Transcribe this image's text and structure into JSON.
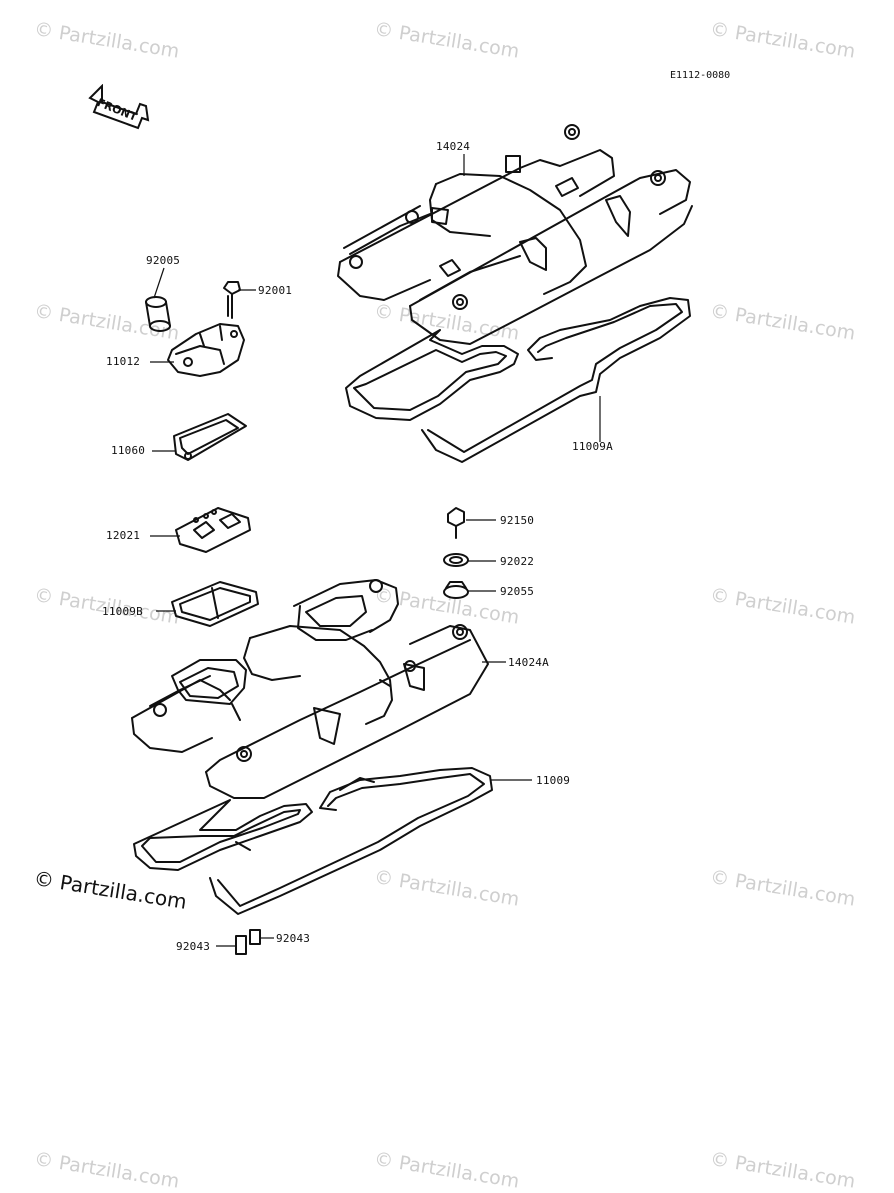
{
  "diagram_code": "E1112-0080",
  "front_label": "FRONT",
  "watermark_text": "© Partzilla.com",
  "watermark_main": "© Partzilla.com",
  "parts": [
    {
      "id": "14024",
      "text": "14024"
    },
    {
      "id": "92005",
      "text": "92005"
    },
    {
      "id": "92001",
      "text": "92001"
    },
    {
      "id": "11012",
      "text": "11012"
    },
    {
      "id": "11060",
      "text": "11060"
    },
    {
      "id": "11009A",
      "text": "11009A"
    },
    {
      "id": "92150",
      "text": "92150"
    },
    {
      "id": "12021",
      "text": "12021"
    },
    {
      "id": "92022",
      "text": "92022"
    },
    {
      "id": "92055",
      "text": "92055"
    },
    {
      "id": "11009B",
      "text": "11009B"
    },
    {
      "id": "14024A",
      "text": "14024A"
    },
    {
      "id": "11009",
      "text": "11009"
    },
    {
      "id": "92043a",
      "text": "92043"
    },
    {
      "id": "92043b",
      "text": "92043"
    }
  ],
  "colors": {
    "line": "#111111",
    "watermark": "#cfcfcf",
    "background": "#ffffff"
  }
}
